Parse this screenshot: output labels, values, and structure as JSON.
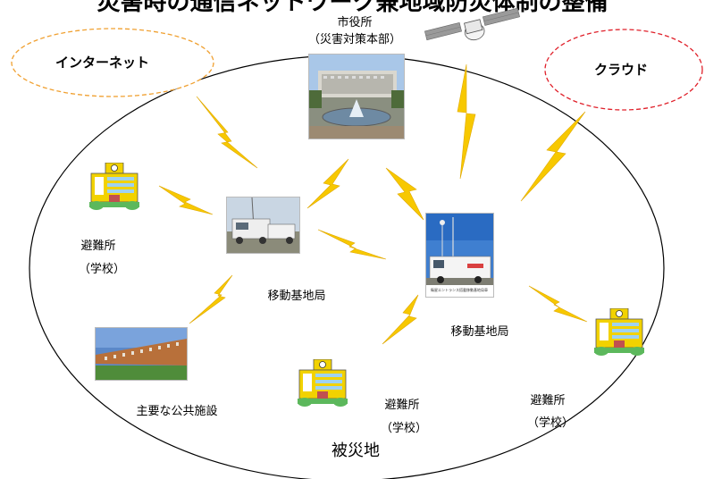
{
  "title": "災害時の通信ネットワーク兼地域防災体制の整備",
  "internet_label": "インターネット",
  "cloud_label": "クラウド",
  "city_hall": {
    "line1": "市役所",
    "line2": "（災害対策本部）"
  },
  "mobile_base_1": "移動基地局",
  "mobile_base_2": "移動基地局",
  "shelter_left": {
    "line1": "避難所",
    "line2": "（学校）"
  },
  "shelter_center": {
    "line1": "避難所",
    "line2": "（学校）"
  },
  "shelter_right": {
    "line1": "避難所",
    "line2": "（学校）"
  },
  "public_facility": "主要な公共施設",
  "disaster_area": "被災地",
  "vehicle_caption": "衛星エントランス搭載移動基地局車",
  "colors": {
    "lightning": "#f5c400",
    "internet_dash": "#f0a030",
    "cloud_dash": "#e0202a",
    "school_green": "#5cb85c",
    "school_yellow": "#f2d200"
  }
}
